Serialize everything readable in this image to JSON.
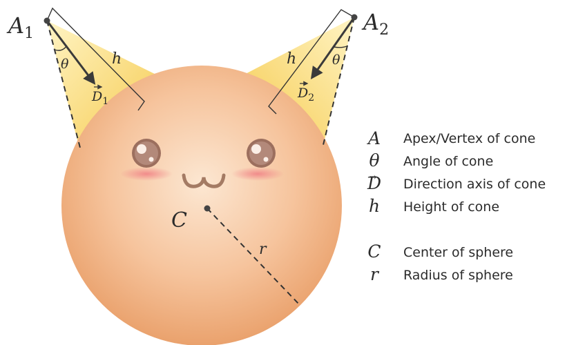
{
  "labels": {
    "apex1": "A",
    "apex1_sub": "1",
    "apex2": "A",
    "apex2_sub": "2",
    "theta": "θ",
    "height": "h",
    "dir": "D",
    "dir1_sub": "1",
    "dir2_sub": "2",
    "center": "C",
    "radius": "r"
  },
  "legend": [
    {
      "symbol": "A",
      "text": "Apex/Vertex of cone"
    },
    {
      "symbol": "θ",
      "text": "Angle of cone"
    },
    {
      "symbol": "D",
      "text": "Direction axis of cone",
      "vector": true
    },
    {
      "symbol": "h",
      "text": "Height of cone"
    },
    {
      "symbol": "C",
      "text": "Center of sphere"
    },
    {
      "symbol": "r",
      "text": "Radius of sphere"
    }
  ],
  "colors": {
    "sphere_light": "#fbe3cb",
    "sphere_dark": "#eaa36f",
    "cone_light": "#fff2b8",
    "cone_dark": "#f6cf55",
    "ink": "#2b2b2b",
    "eye": "#a07868",
    "blush": "#f08a8a",
    "mouth": "#a47b64"
  }
}
